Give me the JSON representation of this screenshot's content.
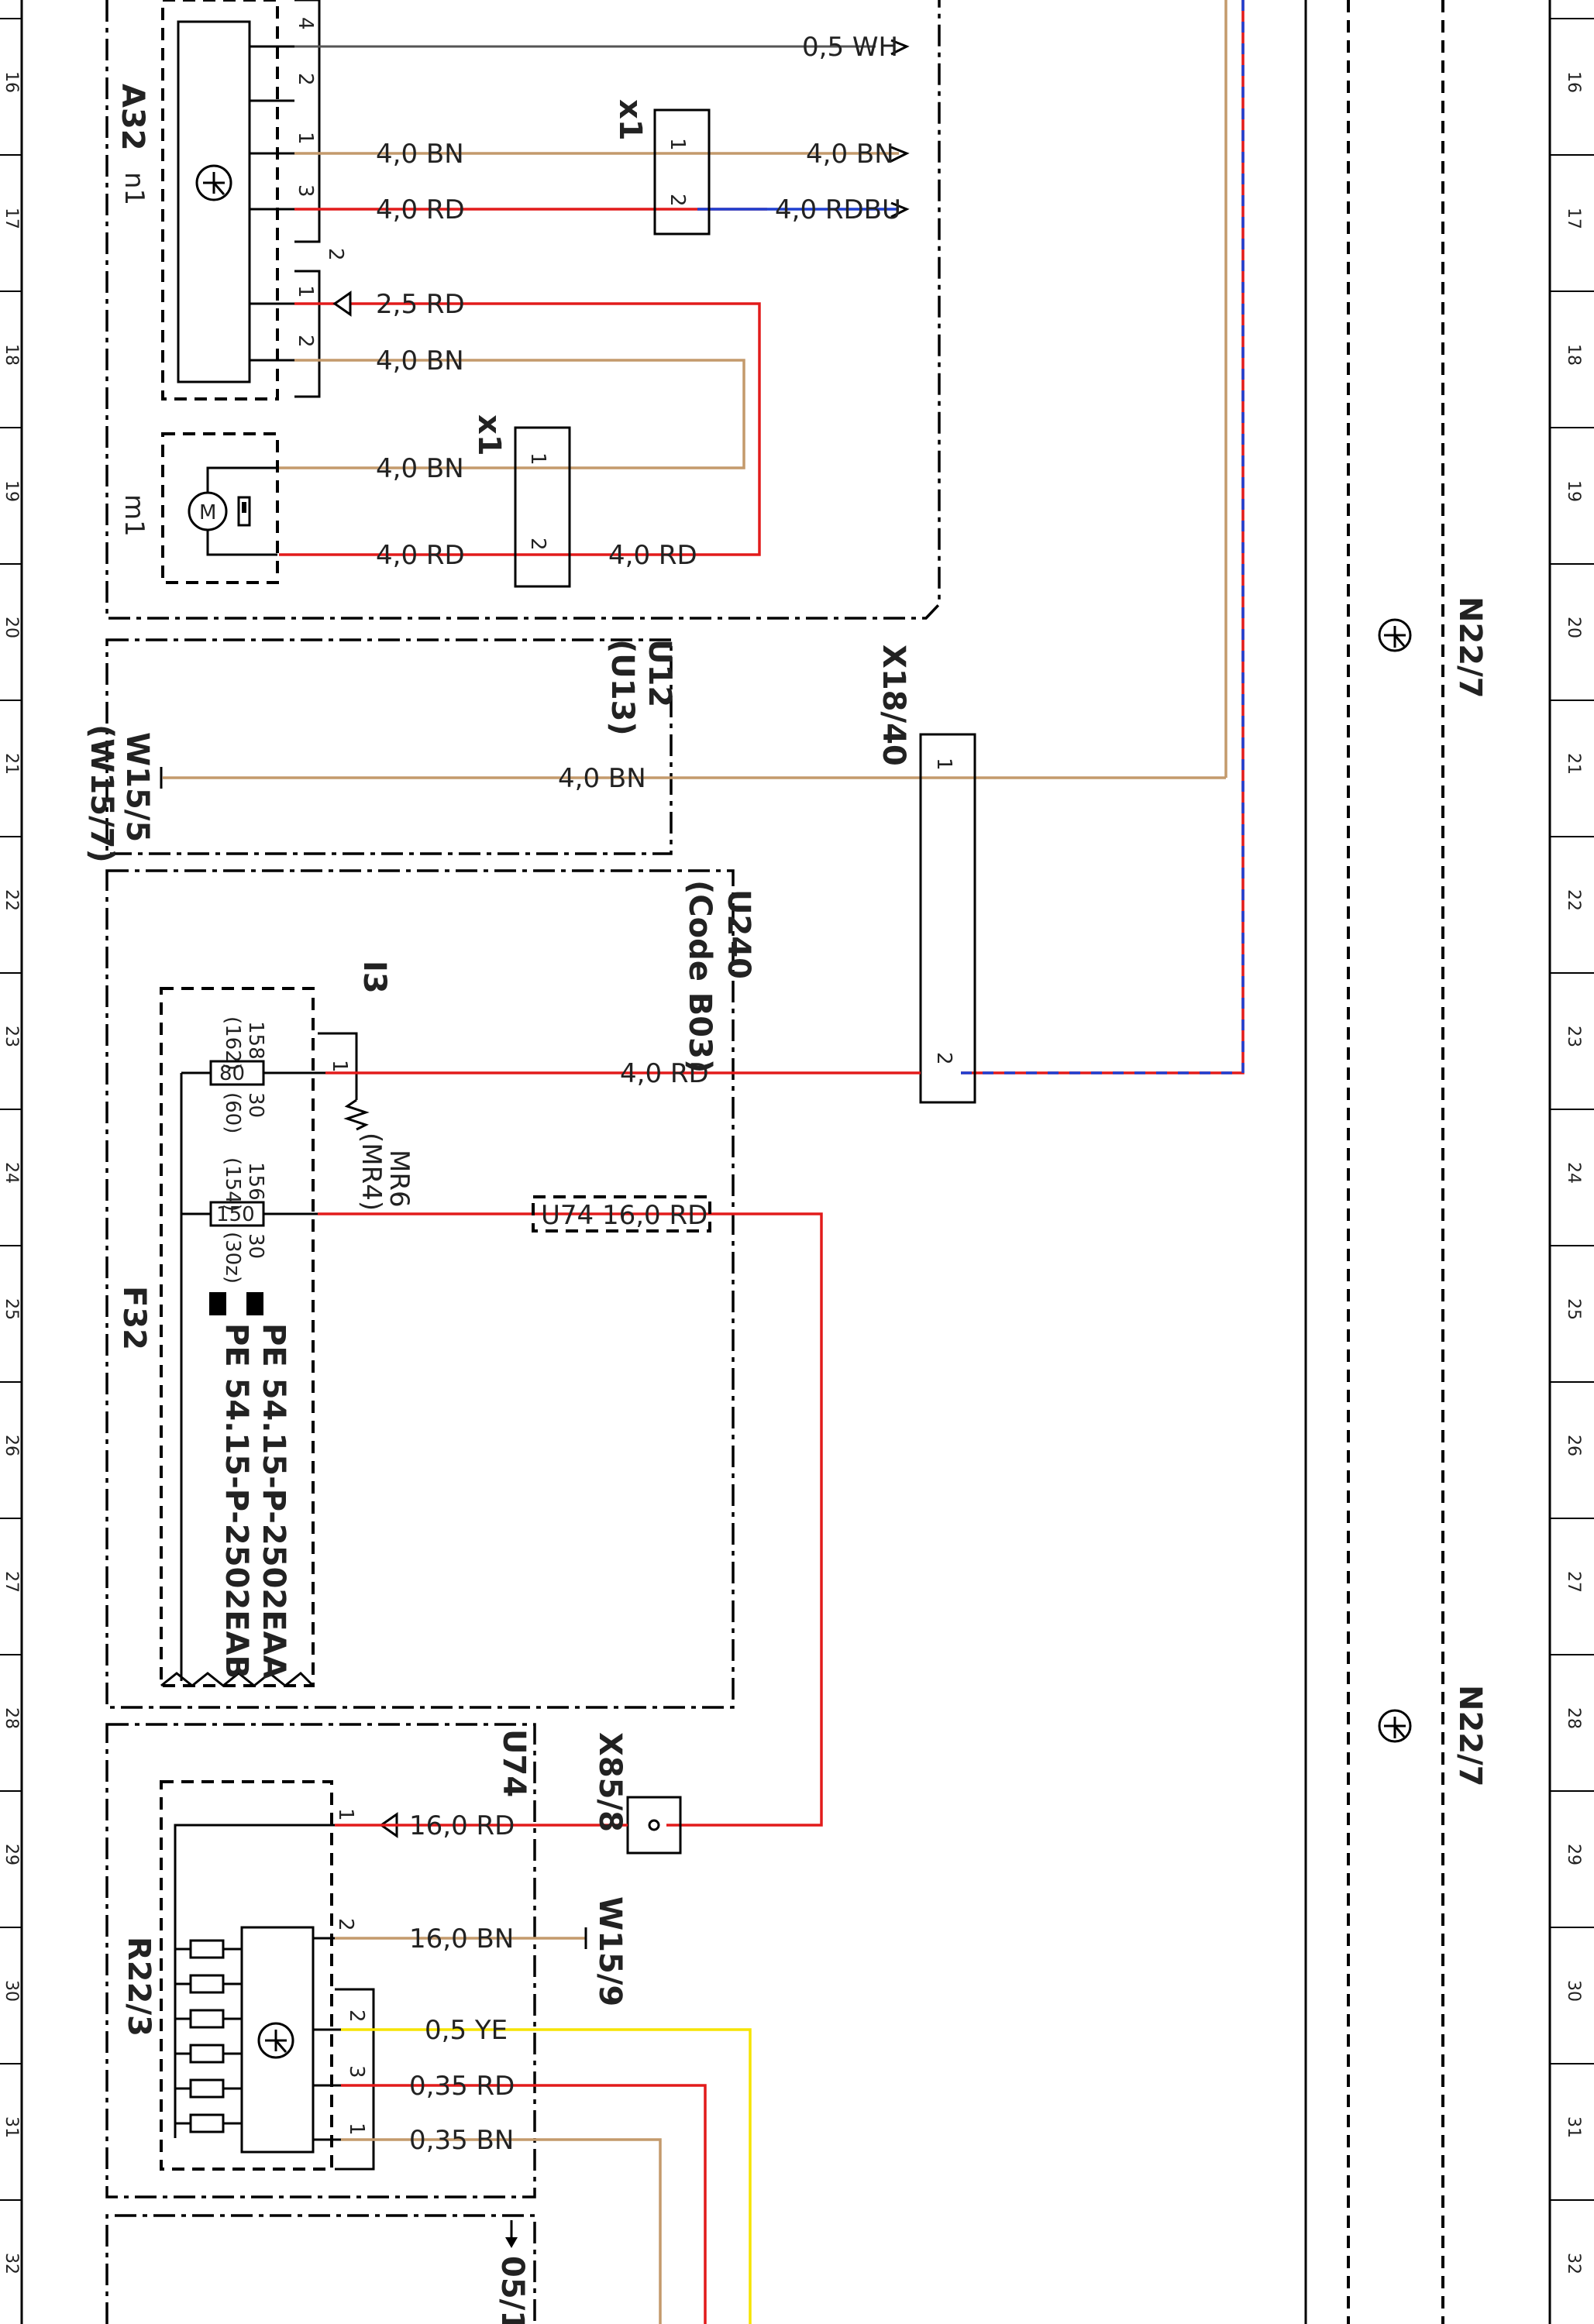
{
  "grid_rows": [
    "16",
    "17",
    "18",
    "19",
    "20",
    "21",
    "22",
    "23",
    "24",
    "25",
    "26",
    "27",
    "28",
    "29",
    "30",
    "31",
    "32"
  ],
  "components": {
    "a32": "A32",
    "n1": "n1",
    "m1": "m1",
    "x1_top": "x1",
    "x1_mid": "x1",
    "w15_5": "W15/5",
    "w15_7": "(W15/7)",
    "u12": "U12",
    "u13": "(U13)",
    "x18_40": "X18/40",
    "u240": "U240",
    "code_b03": "(Code  B03)",
    "i3": "I3",
    "mr6": "MR6",
    "mr4": "(MR4)",
    "f32": "F32",
    "pe1": "PE  54.15-P-2502EAA",
    "pe2": "PE  54.15-P-2502EAB",
    "u74": "U74",
    "x85_8": "X85/8",
    "w15_9": "W15/9",
    "r22_3": "R22/3",
    "ref_05": "05/1",
    "n22_7_a": "N22/7",
    "n22_7_b": "N22/7"
  },
  "wires": {
    "w_05wh": "0,5  WH",
    "w_40bn_a": "4,0  BN",
    "w_40bn_a2": "4,0  BN",
    "w_40rd_a": "4,0  RD",
    "w_40rdbu": "4,0  RDBU",
    "w_25rd": "2,5  RD",
    "w_40bn_b": "4,0  BN",
    "w_40bn_c": "4,0  BN",
    "w_40rd_c": "4,0  RD",
    "w_40rd_c2": "4,0  RD",
    "w_40bn_d": "4,0  BN",
    "w_40rd_e": "4,0  RD",
    "w_u74": "U74   16,0  RD",
    "w_160rd": "16,0  RD",
    "w_160bn": "16,0  BN",
    "w_05ye": "0,5  YE",
    "w_035rd": "0,35  RD",
    "w_035bn": "0,35  BN"
  },
  "pins": {
    "p4": "4",
    "p2a": "2",
    "p1a": "1",
    "p3a": "3",
    "c2": "2",
    "p1b": "1",
    "p2b": "2",
    "x1t_1": "1",
    "x1t_2": "2",
    "x1m_1": "1",
    "x1m_2": "2",
    "x18_1": "1",
    "x18_2": "2",
    "f_1": "1",
    "r_1": "1",
    "r_2": "2",
    "r_2b": "2",
    "r_3": "3",
    "r_1b": "1"
  },
  "fuses": {
    "f80": "80",
    "f150": "150",
    "t158": "158",
    "t162": "(162)",
    "t30a": "30",
    "t60": "(60)",
    "t156": "156",
    "t154": "(154)",
    "t30b": "30",
    "t30z": "(30z)"
  },
  "colors": {
    "BN": "#c49a6c",
    "RD": "#e21b1b",
    "YE": "#f5e400",
    "BU": "#1f3fd0",
    "WH": "#555555"
  }
}
